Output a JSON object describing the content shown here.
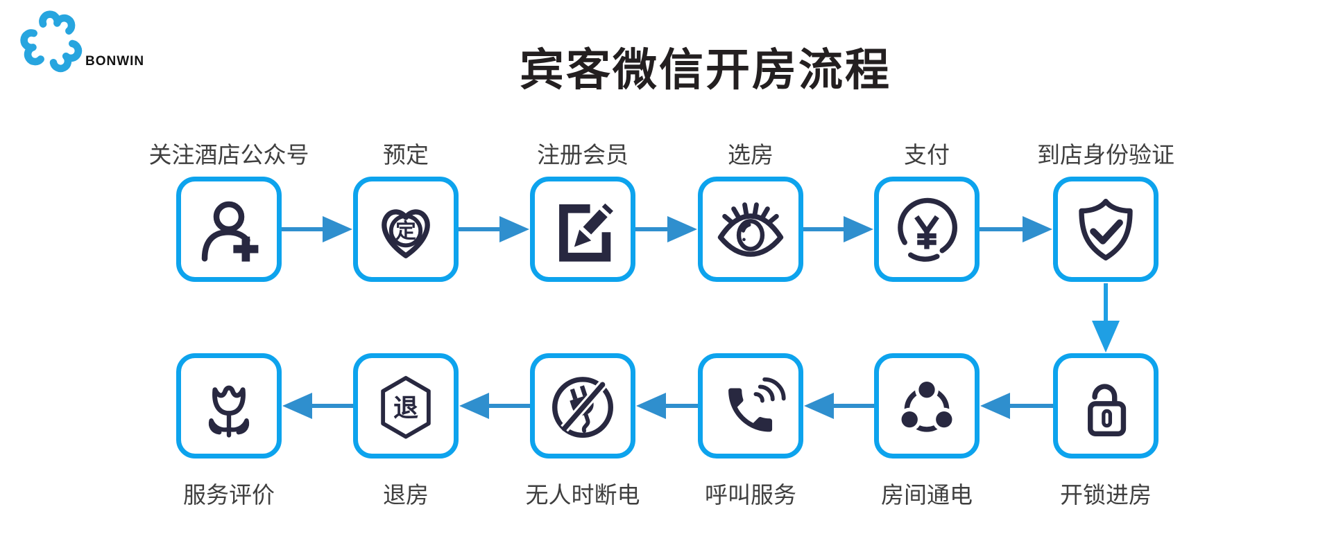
{
  "page": {
    "brand": "BONWIN",
    "title": "宾客微信开房流程"
  },
  "colors": {
    "box_border": "#0DA3ED",
    "arrow_horizontal": "#2F8FCE",
    "arrow_vertical": "#1F9FE4",
    "icon_stroke": "#282840",
    "label_text": "#3F3F3F",
    "title_text": "#231F20",
    "logo_blue": "#27A5DF",
    "logo_text": "#121212",
    "background": "#FFFFFF"
  },
  "flow": {
    "top_direction": "left-to-right",
    "bottom_direction": "right-to-left",
    "glyphs": {
      "booking": "定",
      "checkout": "退"
    },
    "top_row": [
      {
        "label": "关注酒店公众号",
        "icon": "person-add-icon"
      },
      {
        "label": "预定",
        "icon": "booking-heart-icon"
      },
      {
        "label": "注册会员",
        "icon": "register-edit-icon"
      },
      {
        "label": "选房",
        "icon": "room-select-eye-icon"
      },
      {
        "label": "支付",
        "icon": "pay-yen-icon"
      },
      {
        "label": "到店身份验证",
        "icon": "identity-shield-icon"
      }
    ],
    "bottom_row": [
      {
        "label": "服务评价",
        "icon": "service-rating-flower-icon"
      },
      {
        "label": "退房",
        "icon": "checkout-hexagon-icon"
      },
      {
        "label": "无人时断电",
        "icon": "power-off-plug-icon"
      },
      {
        "label": "呼叫服务",
        "icon": "call-service-phone-icon"
      },
      {
        "label": "房间通电",
        "icon": "room-power-share-icon"
      },
      {
        "label": "开锁进房",
        "icon": "unlock-icon"
      }
    ]
  }
}
